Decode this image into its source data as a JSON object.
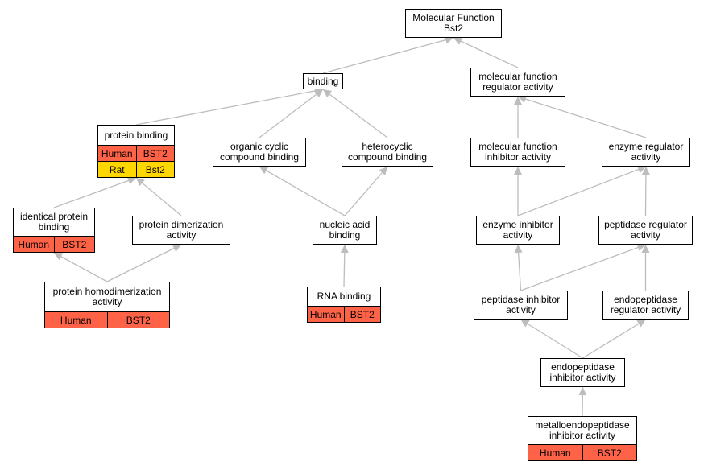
{
  "colors": {
    "edge": "#bdbdbd",
    "human": "#ff6347",
    "rat": "#ffd700"
  },
  "nodes": [
    {
      "id": "mf",
      "label": "Molecular Function\nBst2"
    },
    {
      "id": "binding",
      "label": "binding"
    },
    {
      "id": "mfr",
      "label": "molecular function\nregulator activity"
    },
    {
      "id": "pb",
      "label": "protein binding",
      "rows": [
        {
          "species": "Human",
          "gene": "BST2",
          "color": "#ff6347"
        },
        {
          "species": "Rat",
          "gene": "Bst2",
          "color": "#ffd700"
        }
      ]
    },
    {
      "id": "occb",
      "label": "organic cyclic\ncompound binding"
    },
    {
      "id": "hcb",
      "label": "heterocyclic\ncompound binding"
    },
    {
      "id": "mfi",
      "label": "molecular function\ninhibitor activity"
    },
    {
      "id": "er",
      "label": "enzyme regulator\nactivity"
    },
    {
      "id": "ipb",
      "label": "identical protein\nbinding",
      "rows": [
        {
          "species": "Human",
          "gene": "BST2",
          "color": "#ff6347"
        }
      ]
    },
    {
      "id": "pda",
      "label": "protein dimerization\nactivity"
    },
    {
      "id": "nab",
      "label": "nucleic acid\nbinding"
    },
    {
      "id": "ei",
      "label": "enzyme inhibitor\nactivity"
    },
    {
      "id": "pr",
      "label": "peptidase regulator\nactivity"
    },
    {
      "id": "phd",
      "label": "protein homodimerization\nactivity",
      "rows": [
        {
          "species": "Human",
          "gene": "BST2",
          "color": "#ff6347"
        }
      ]
    },
    {
      "id": "rnab",
      "label": "RNA binding",
      "rows": [
        {
          "species": "Human",
          "gene": "BST2",
          "color": "#ff6347"
        }
      ]
    },
    {
      "id": "pi",
      "label": "peptidase inhibitor\nactivity"
    },
    {
      "id": "epr",
      "label": "endopeptidase\nregulator activity"
    },
    {
      "id": "epi",
      "label": "endopeptidase\ninhibitor activity"
    },
    {
      "id": "mepi",
      "label": "metalloendopeptidase\ninhibitor activity",
      "rows": [
        {
          "species": "Human",
          "gene": "BST2",
          "color": "#ff6347"
        }
      ]
    }
  ],
  "edges": [
    {
      "from": "binding",
      "to": "mf"
    },
    {
      "from": "mfr",
      "to": "mf"
    },
    {
      "from": "pb",
      "to": "binding"
    },
    {
      "from": "occb",
      "to": "binding"
    },
    {
      "from": "hcb",
      "to": "binding"
    },
    {
      "from": "mfi",
      "to": "mfr"
    },
    {
      "from": "er",
      "to": "mfr"
    },
    {
      "from": "ipb",
      "to": "pb"
    },
    {
      "from": "pda",
      "to": "pb"
    },
    {
      "from": "nab",
      "to": "occb"
    },
    {
      "from": "nab",
      "to": "hcb"
    },
    {
      "from": "ei",
      "to": "mfi"
    },
    {
      "from": "ei",
      "to": "er"
    },
    {
      "from": "pr",
      "to": "er"
    },
    {
      "from": "phd",
      "to": "ipb"
    },
    {
      "from": "phd",
      "to": "pda"
    },
    {
      "from": "rnab",
      "to": "nab"
    },
    {
      "from": "pi",
      "to": "ei"
    },
    {
      "from": "pi",
      "to": "pr"
    },
    {
      "from": "epr",
      "to": "pr"
    },
    {
      "from": "epi",
      "to": "pi"
    },
    {
      "from": "epi",
      "to": "epr"
    },
    {
      "from": "mepi",
      "to": "epi"
    }
  ]
}
